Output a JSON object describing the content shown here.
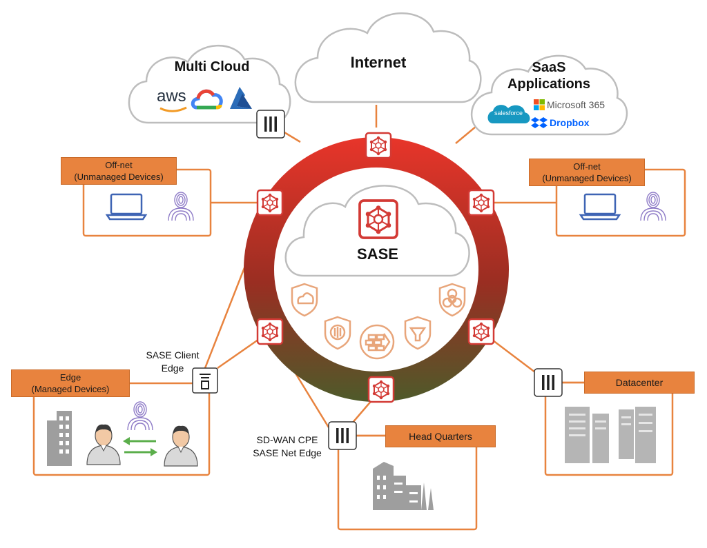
{
  "clouds": {
    "multi_cloud": {
      "title": "Multi Cloud",
      "logos": {
        "aws": "aws"
      }
    },
    "internet": {
      "title": "Internet"
    },
    "saas": {
      "title_line1": "SaaS",
      "title_line2": "Applications",
      "logos": {
        "salesforce": "salesforce",
        "microsoft": "Microsoft 365",
        "dropbox": "Dropbox"
      }
    },
    "sase": {
      "title": "SASE"
    }
  },
  "boxes": {
    "offnet_left": {
      "line1": "Off-net",
      "line2": "(Unmanaged Devices)"
    },
    "offnet_right": {
      "line1": "Off-net",
      "line2": "(Unmanaged Devices)"
    },
    "edge": {
      "line1": "Edge",
      "line2": "(Managed Devices)"
    },
    "datacenter": {
      "label": "Datacenter"
    },
    "headquarters": {
      "label": "Head Quarters"
    }
  },
  "captions": {
    "sase_client_edge": {
      "line1": "SASE Client",
      "line2": "Edge"
    },
    "sdwan": {
      "line1": "SD-WAN CPE",
      "line2": "SASE Net Edge"
    }
  },
  "colors": {
    "orange": "#E8833E",
    "ring_top": "#E8352A",
    "ring_bottom": "#4E5A2A",
    "node_red": "#D33A35",
    "icon_purple": "#8E7BC7",
    "device_blue": "#3E64B4",
    "building_gray": "#9E9E9E",
    "cloud_stroke": "#BDBDBD"
  },
  "icons": [
    "node-icon",
    "laptop-icon",
    "fingerprint-icon",
    "building-icon",
    "person-icon",
    "server-rack-icon",
    "security-shield-icon",
    "firewall-icon",
    "filter-icon",
    "biohazard-icon",
    "cloud-alert-icon",
    "device-appliance-icon"
  ]
}
